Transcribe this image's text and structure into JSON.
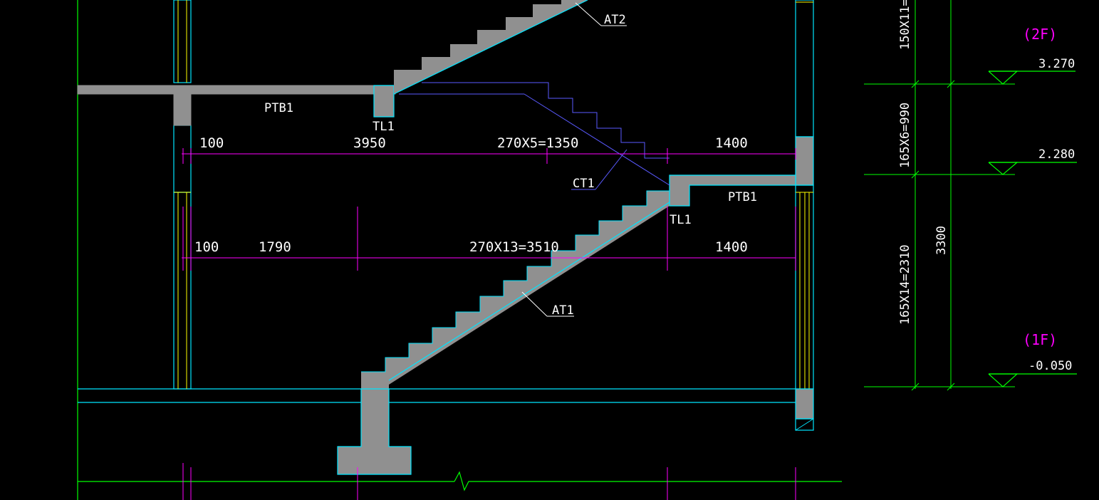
{
  "colors": {
    "background": "#000000",
    "concrete_fill": "#909090",
    "section_outline": "#00e5ff",
    "axis_line": "#00ff00",
    "dimension": "#ff00ff",
    "text": "#ffffff",
    "wall_yellow": "#ffff00",
    "leader": "#3c3cff",
    "hidden_stair": "#5a5aff"
  },
  "labels": {
    "at2": "AT2",
    "at1": "AT1",
    "ptb1_left": "PTB1",
    "ptb1_right": "PTB1",
    "tl1_upper": "TL1",
    "tl1_lower": "TL1",
    "ct1": "CT1"
  },
  "dimensions_upper": {
    "d1": "100",
    "d2": "3950",
    "d3": "270X5=1350",
    "d4": "1400"
  },
  "dimensions_lower": {
    "d1": "100",
    "d2": "1790",
    "d3": "270X13=3510",
    "d4": "1400"
  },
  "vertical_dimensions": {
    "top": "150X11=",
    "middle": "165X6=990",
    "bottom": "165X14=2310",
    "total": "3300"
  },
  "levels": {
    "floor2_tag": "(2F)",
    "floor2_elev": "3.270",
    "landing_elev": "2.280",
    "floor1_tag": "(1F)",
    "floor1_elev": "-0.050"
  }
}
